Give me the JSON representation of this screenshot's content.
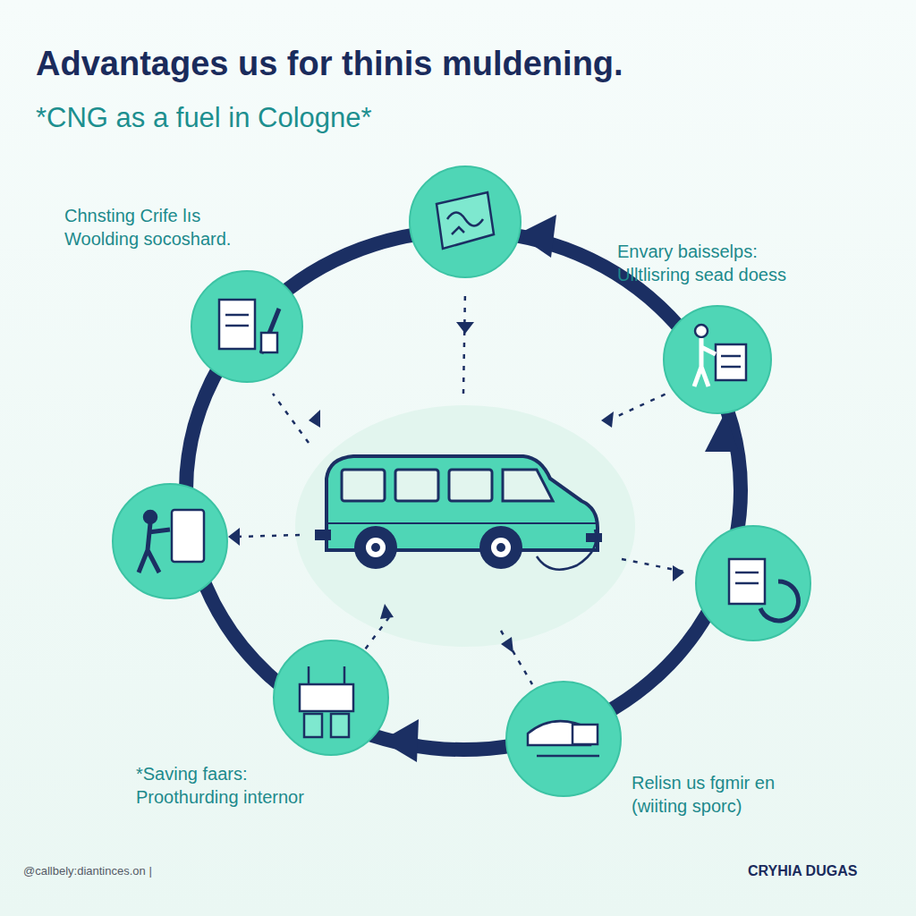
{
  "diagram": {
    "title": "Advantages us for thinis muldening.",
    "labels": [
      "*CNG as a fuel in Cologne*",
      "Chnsting Crife lıs Woolding socoshard.",
      "Envary baisselps: Ulltlisring sead doess",
      "*Saving faars: Proothurding internor",
      "Relisn us fgmir en (wiiting sporc)",
      "@callbely:diantinces.on |",
      "CRYHIA DUGAS"
    ]
  }
}
